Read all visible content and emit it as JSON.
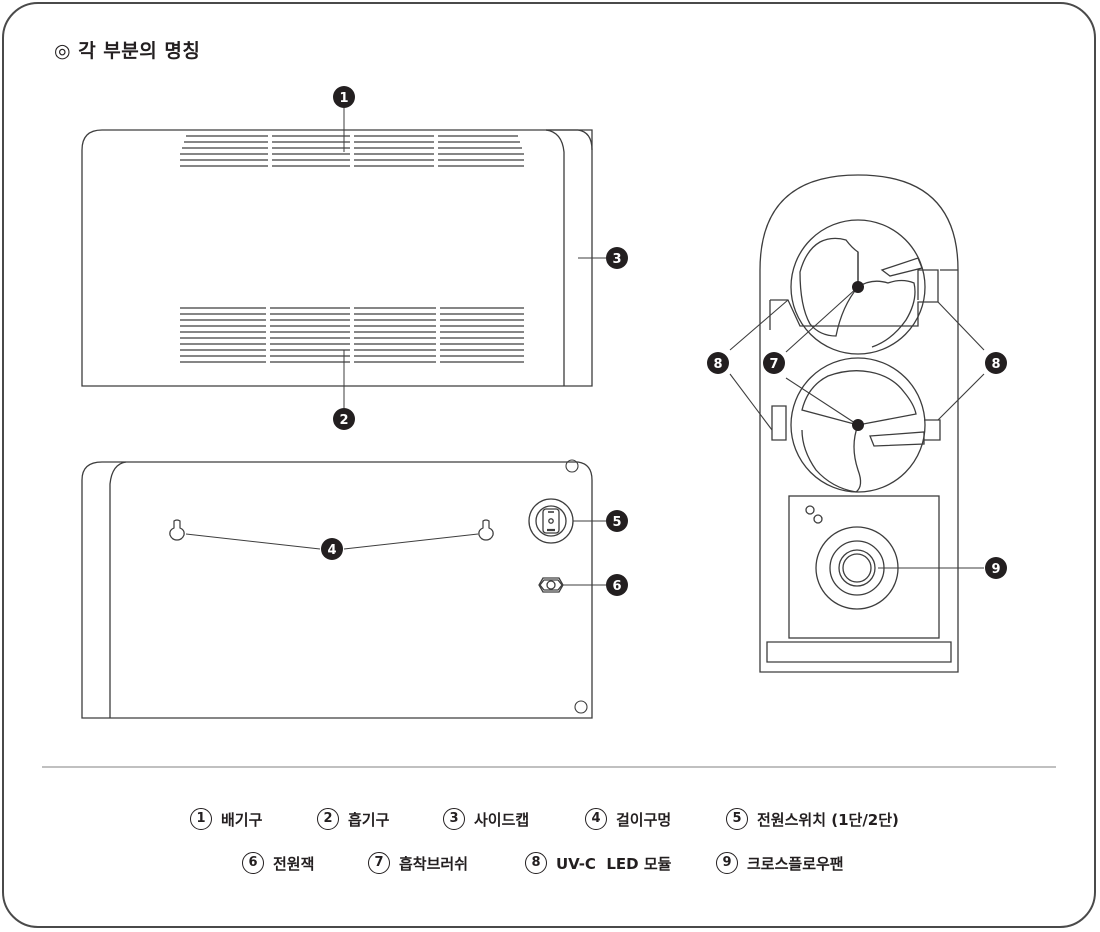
{
  "title": "◎ 각 부분의 명칭",
  "callouts": [
    "1",
    "2",
    "3",
    "4",
    "5",
    "6",
    "7",
    "8",
    "9"
  ],
  "legend": [
    {
      "num": "1",
      "label": "배기구"
    },
    {
      "num": "2",
      "label": "흡기구"
    },
    {
      "num": "3",
      "label": "사이드캡"
    },
    {
      "num": "4",
      "label": "걸이구멍"
    },
    {
      "num": "5",
      "label": "전원스위치 (1단/2단)"
    },
    {
      "num": "6",
      "label": "전원잭"
    },
    {
      "num": "7",
      "label": "흡착브러쉬"
    },
    {
      "num": "8",
      "label": "UV-C  LED 모듈"
    },
    {
      "num": "9",
      "label": "크로스플로우팬"
    }
  ],
  "colors": {
    "line": "#3d3d3d",
    "badge": "#231f20",
    "frame": "#4a4a4a"
  }
}
